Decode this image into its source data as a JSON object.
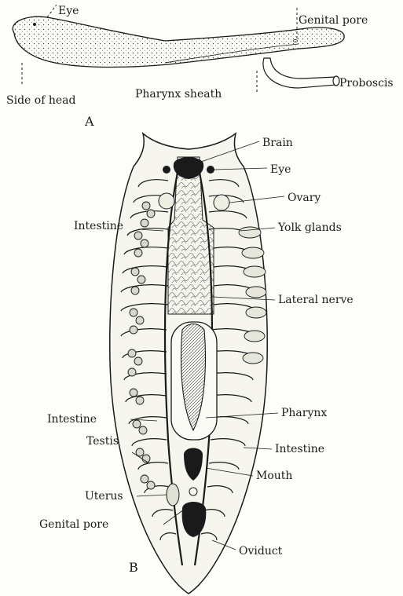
{
  "figure_a": {
    "panel_label": "A",
    "labels": {
      "eye": "Eye",
      "genital_pore": "Genital pore",
      "side_of_head": "Side of head",
      "pharynx_sheath": "Pharynx sheath",
      "proboscis": "Proboscis"
    }
  },
  "figure_b": {
    "panel_label": "B",
    "labels": {
      "brain": "Brain",
      "eye": "Eye",
      "ovary": "Ovary",
      "intestine_top": "Intestine",
      "yolk_glands": "Yolk glands",
      "lateral_nerve": "Lateral nerve",
      "intestine_left": "Intestine",
      "pharynx": "Pharynx",
      "testis": "Testis",
      "intestine_right": "Intestine",
      "mouth": "Mouth",
      "uterus": "Uterus",
      "genital_pore": "Genital pore",
      "oviduct": "Oviduct"
    }
  }
}
